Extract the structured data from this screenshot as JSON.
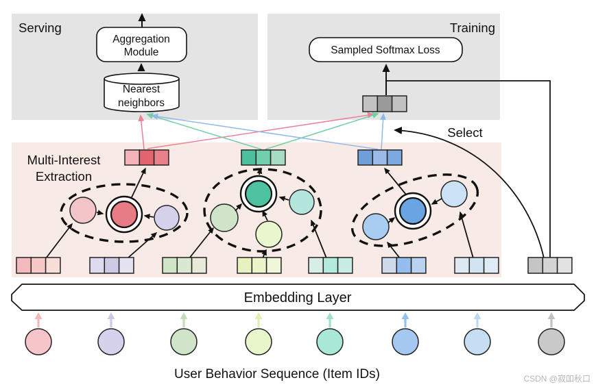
{
  "labels": {
    "serving": "Serving",
    "training": "Training",
    "aggregation_line1": "Aggregation",
    "aggregation_line2": "Module",
    "nearest_line1": "Nearest",
    "nearest_line2": "neighbors",
    "softmax_loss": "Sampled Softmax Loss",
    "select": "Select",
    "multi_interest_line1": "Multi-Interest",
    "multi_interest_line2": "Extraction",
    "embedding_layer": "Embedding Layer",
    "user_behavior": "User Behavior Sequence (Item IDs)",
    "watermark": "CSDN @寂吅秋口"
  },
  "colors": {
    "panel_gray": "#e4e4e4",
    "panel_pink": "#f8eae4",
    "arrow_pink": "#ee8095",
    "arrow_green": "#72cfa6",
    "arrow_blue": "#92b7ec",
    "interest_capsule_red": "#e87c85",
    "interest_capsule_green": "#4ec2a0",
    "interest_capsule_blue": "#6aa4e2",
    "training_target_gray": "#9a9a9a",
    "item_circle_colors": [
      "#f6c5ca",
      "#d6d2ec",
      "#d0e4ca",
      "#e9f6cb",
      "#a9e7d6",
      "#a5c8f1",
      "#c6def4",
      "#c9c9c9"
    ],
    "interest_embedding_red_cells": [
      "#f2b4b8",
      "#e4646e",
      "#e8818a"
    ],
    "interest_embedding_green_cells": [
      "#4cc09c",
      "#72cfae",
      "#a8dbc4"
    ],
    "interest_embedding_blue_cells": [
      "#6f9fd8",
      "#9bbae8",
      "#7da8e0"
    ],
    "item_embedding_cells": [
      [
        "#f4b9bd",
        "#f6c9c6",
        "#f9ded7"
      ],
      [
        "#dedaf0",
        "#cfc9e8",
        "#e4e1f1"
      ],
      [
        "#cfe5c7",
        "#d9e9d1",
        "#e7ead9"
      ],
      [
        "#e5f1be",
        "#eaf4c8",
        "#f0f6d8"
      ],
      [
        "#d8ede7",
        "#b4e9dd",
        "#c8ede4"
      ],
      [
        "#ced9eb",
        "#94bcec",
        "#bad1ef"
      ],
      [
        "#dde8f3",
        "#d2e4f3",
        "#deebf6"
      ],
      [
        "#c5c5c5",
        "#d4d4d4",
        "#e2e2e2"
      ]
    ]
  }
}
